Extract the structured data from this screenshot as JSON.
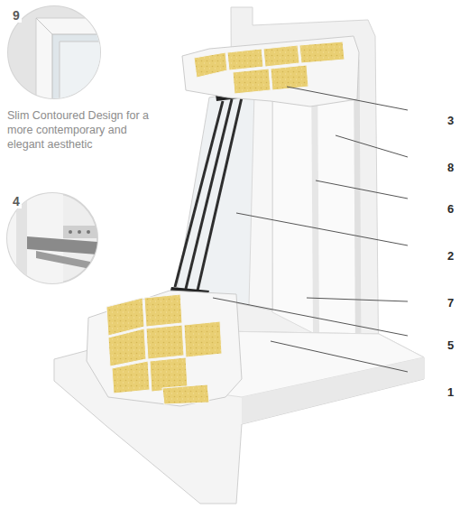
{
  "diagram": {
    "labels": [
      "9",
      "Slim Contoured Design for a more contemporary and elegant aesthetic",
      "4",
      "3",
      "8",
      "6",
      "2",
      "7",
      "5",
      "1"
    ]
  }
}
